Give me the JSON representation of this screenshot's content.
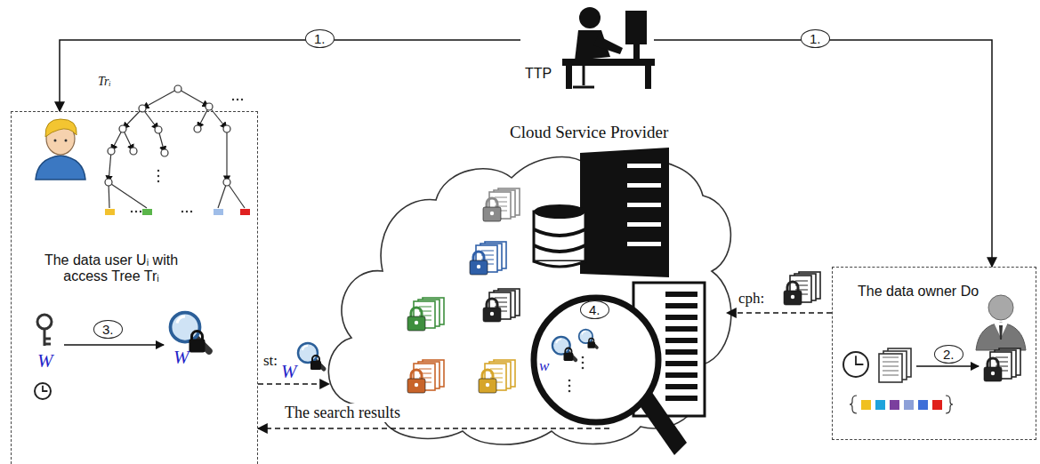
{
  "diagram": {
    "nodes": [
      {
        "text": [
          "TTP"
        ]
      },
      {
        "text": [
          "The data user Uᵢ with access Tree Trᵢ"
        ]
      },
      {
        "text": [
          "Cloud Service Provider"
        ]
      },
      {
        "text": [
          "The data owner Do"
        ]
      }
    ],
    "edges": [
      {
        "from": 0,
        "to": 1,
        "arrow": "to",
        "label": "1."
      },
      {
        "from": 0,
        "to": 3,
        "arrow": "to",
        "label": "1."
      },
      {
        "from": 1,
        "to": 2,
        "arrow": "to",
        "label": "st:"
      },
      {
        "from": 3,
        "to": 2,
        "arrow": "to",
        "label": "cph:"
      },
      {
        "from": 2,
        "to": 1,
        "arrow": "to",
        "label": "The search results"
      }
    ],
    "labels": [
      "Trᵢ",
      "W",
      "3.",
      "W",
      "W",
      "4.",
      "w",
      "2."
    ]
  }
}
